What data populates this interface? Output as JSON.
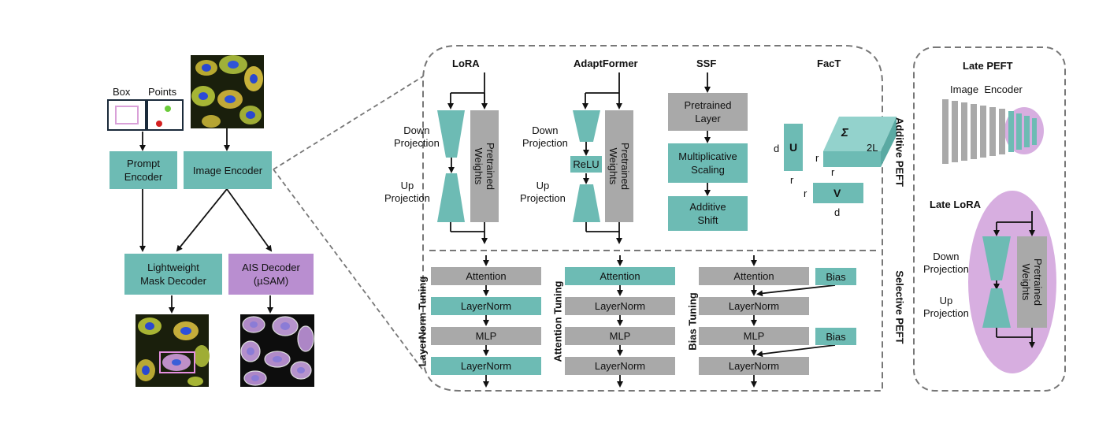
{
  "input": {
    "box_label": "Box",
    "points_label": "Points",
    "prompt_encoder": "Prompt\nEncoder",
    "image_encoder": "Image Encoder",
    "mask_decoder": "Lightweight\nMask Decoder",
    "ais_decoder": "AIS Decoder\n(µSAM)"
  },
  "additive": {
    "section_label": "Additive PEFT",
    "lora": {
      "title": "LoRA",
      "down": "Down\nProjection",
      "up": "Up\nProjection",
      "weights": "Pretrained\nWeights"
    },
    "adaptformer": {
      "title": "AdaptFormer",
      "down": "Down\nProjection",
      "relu": "ReLU",
      "up": "Up\nProjection",
      "weights": "Pretrained\nWeights"
    },
    "ssf": {
      "title": "SSF",
      "layer": "Pretrained\nLayer",
      "scaling": "Multiplicative\nScaling",
      "shift": "Additive\nShift"
    },
    "fact": {
      "title": "FacT",
      "u": "U",
      "sigma": "Σ",
      "v": "V",
      "d1": "d",
      "r1": "r",
      "r2": "r",
      "r3": "r",
      "twoL": "2L",
      "r4": "r",
      "d2": "d"
    }
  },
  "selective": {
    "section_label": "Selective PEFT",
    "layernorm_tuning": {
      "label": "LayerNorm Tuning",
      "blocks": [
        "Attention",
        "LayerNorm",
        "MLP",
        "LayerNorm"
      ]
    },
    "attention_tuning": {
      "label": "Attention Tuning",
      "blocks": [
        "Attention",
        "LayerNorm",
        "MLP",
        "LayerNorm"
      ]
    },
    "bias_tuning": {
      "label": "Bias Tuning",
      "blocks": [
        "Attention",
        "LayerNorm",
        "MLP",
        "LayerNorm"
      ],
      "bias1": "Bias",
      "bias2": "Bias"
    }
  },
  "late": {
    "title": "Late PEFT",
    "image_encoder": "Image  Encoder",
    "late_lora": "Late LoRA",
    "down": "Down\nProjection",
    "up": "Up\nProjection",
    "weights": "Pretrained\nWeights"
  },
  "colors": {
    "teal": "#6dbbb4",
    "grey": "#a9a9a9",
    "purple": "#b98ed0",
    "light_purple": "#d7aee0"
  }
}
